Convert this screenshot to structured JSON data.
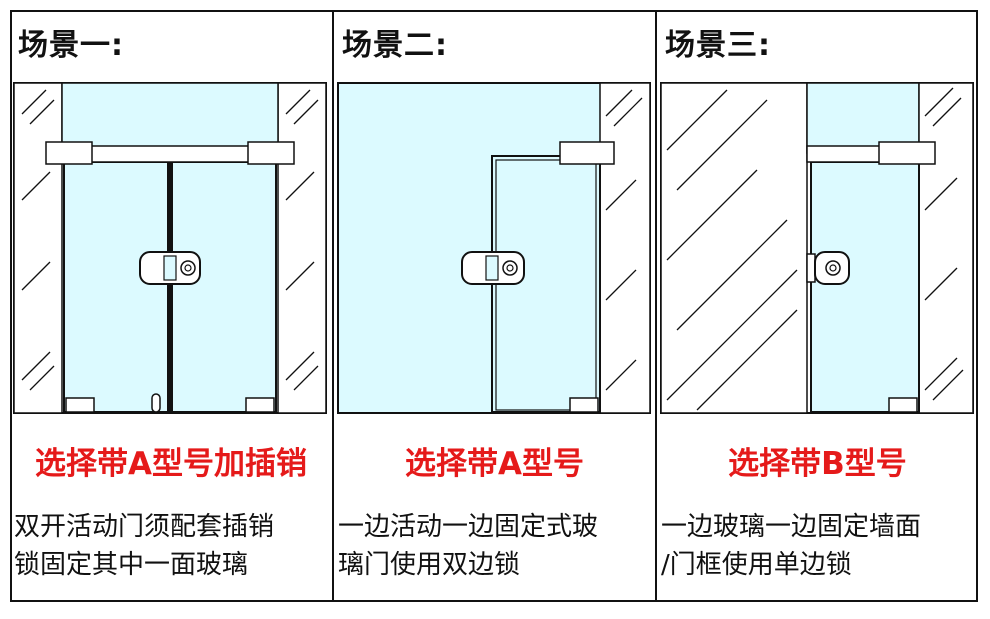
{
  "scenes": [
    {
      "title": "场景一:",
      "caption": "选择带A型号加插销",
      "desc_lines": [
        "双开活动门须配套插销",
        "锁固定其中一面玻璃"
      ]
    },
    {
      "title": "场景二:",
      "caption": "选择带A型号",
      "desc_lines": [
        "一边活动一边固定式玻",
        "璃门使用双边锁"
      ]
    },
    {
      "title": "场景三:",
      "caption": "选择带B型号",
      "desc_lines": [
        "一边玻璃一边固定墙面",
        "/门框使用单边锁"
      ]
    }
  ],
  "colors": {
    "glass": "#dcfaff",
    "caption": "#e51a1a",
    "stroke": "#111111"
  }
}
